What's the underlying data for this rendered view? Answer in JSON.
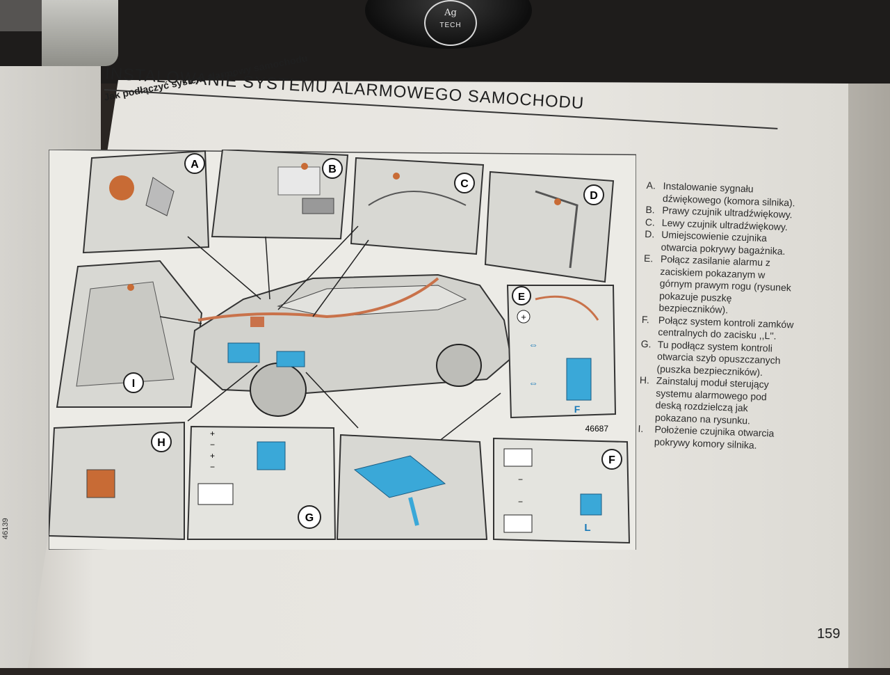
{
  "page": {
    "title": "INSTALOWANIE SYSTEMU ALARMOWEGO SAMOCHODU",
    "subtitle": "Jak podłączyć system alarmowy samochodu",
    "page_number": "159",
    "side_code": "46139",
    "logo": {
      "brand": "Ag",
      "sub": "TECH"
    }
  },
  "diagram": {
    "figure_code": "46687",
    "panels": [
      "A",
      "B",
      "C",
      "D",
      "E",
      "F",
      "G",
      "H",
      "I"
    ],
    "symbols": {
      "plus": "+",
      "minus": "−",
      "fuse_label": "F",
      "terminal_label": "L"
    },
    "colors": {
      "highlight": "#3aa8d8",
      "wire": "#c9724a",
      "line": "#333333"
    }
  },
  "legend": {
    "items": [
      {
        "letter": "A.",
        "text": "Instalowanie sygnału dźwiękowego (komora silnika)."
      },
      {
        "letter": "B.",
        "text": "Prawy czujnik ultradźwiękowy."
      },
      {
        "letter": "C.",
        "text": "Lewy czujnik ultradźwiękowy."
      },
      {
        "letter": "D.",
        "text": "Umiejscowienie czujnika otwarcia pokrywy bagażnika."
      },
      {
        "letter": "E.",
        "text": "Połącz zasilanie alarmu z zaciskiem pokazanym w górnym prawym rogu (rysunek pokazuje puszkę bezpieczników)."
      },
      {
        "letter": "F.",
        "text": "Połącz system kontroli zamków centralnych do zacisku ,,L''."
      },
      {
        "letter": "G.",
        "text": "Tu podłącz system kontroli otwarcia szyb opuszczanych (puszka bezpieczników)."
      },
      {
        "letter": "H.",
        "text": "Zainstaluj moduł sterujący systemu alarmowego pod deską rozdzielczą jak pokazano na rysunku."
      },
      {
        "letter": "I.",
        "text": "Położenie czujnika otwarcia pokrywy komory silnika."
      }
    ]
  }
}
